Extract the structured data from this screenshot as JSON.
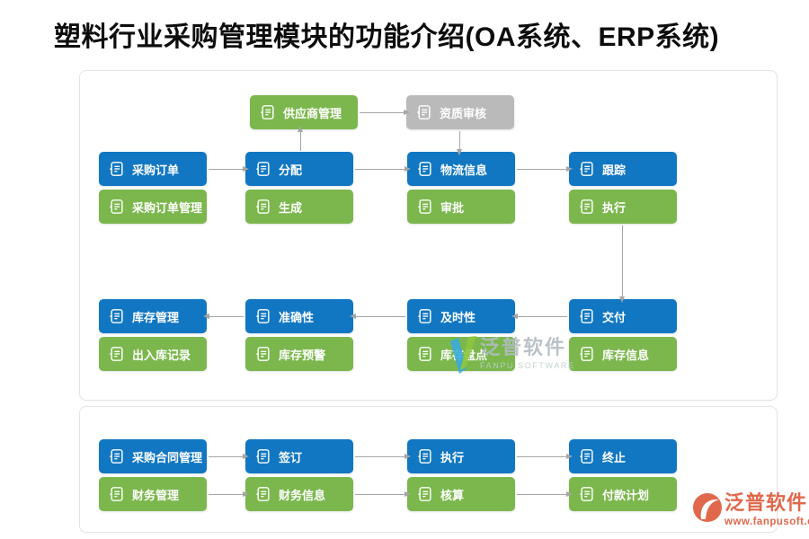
{
  "title": "塑料行业采购管理模块的功能介绍(OA系统、ERP系统)",
  "colors": {
    "node_blue": "#1177c2",
    "node_green": "#7bb74d",
    "node_gray": "#bababa",
    "arrow_gray": "#a6a6a6",
    "watermark_orange": "#e0684b",
    "watermark_gray": "#b3bcc2",
    "logo_blue": "#3aabdc",
    "logo_green": "#8ec63f"
  },
  "panel1": {
    "supplier": "供应商管理",
    "qualification": "资质审核",
    "order_flow_blue": [
      "采购订单",
      "分配",
      "物流信息",
      "跟踪"
    ],
    "order_flow_green": [
      "采购订单管理",
      "生成",
      "审批",
      "执行"
    ],
    "inventory_flow_blue": [
      "库存管理",
      "准确性",
      "及时性",
      "交付"
    ],
    "inventory_flow_green": [
      "出入库记录",
      "库存预警",
      "库存盘点",
      "库存信息"
    ]
  },
  "panel2": {
    "contract_flow_blue": [
      "采购合同管理",
      "签订",
      "执行",
      "终止"
    ],
    "finance_flow_green": [
      "财务管理",
      "财务信息",
      "核算",
      "付款计划"
    ]
  },
  "watermarks": {
    "center": {
      "name": "泛普软件",
      "sub": "FANPU SOFTWARE"
    },
    "corner": {
      "name": "泛普软件",
      "sub": "www.fanpusoft.com"
    }
  }
}
